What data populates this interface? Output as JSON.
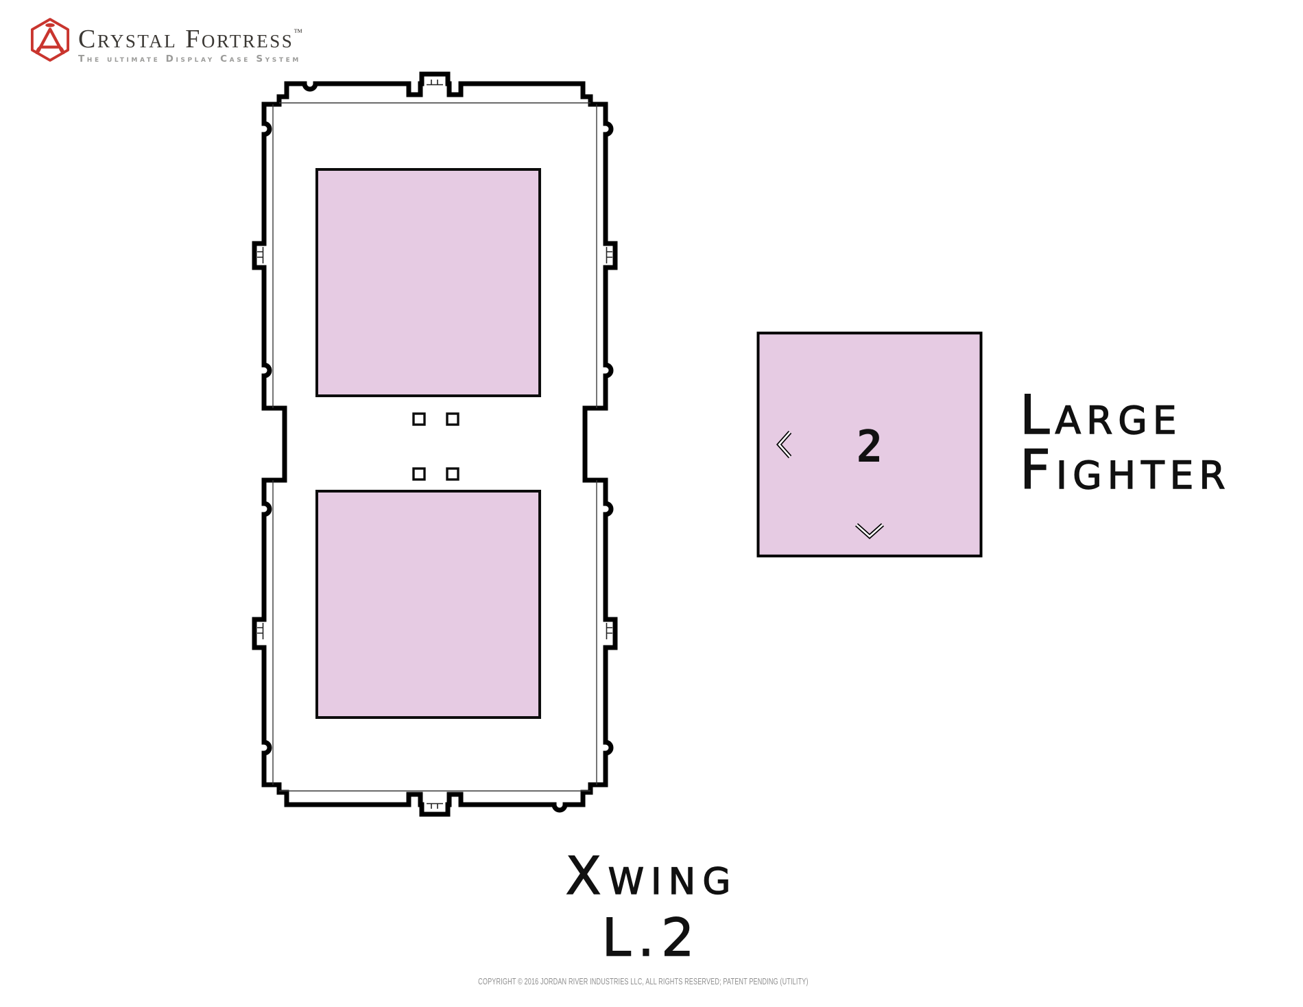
{
  "colors": {
    "background": "#ffffff",
    "accent_red": "#c9352e",
    "slot_pink": "#e6cbe3",
    "outline_black": "#000000",
    "brand_text": "#3b3834",
    "tagline_gray": "#9b9b99",
    "copyright_gray": "#8f8f8f"
  },
  "logo": {
    "icon": "crystal-fortress-hexagon-icon",
    "brand": "Crystal Fortress",
    "trademark": "™",
    "tagline": "The ultimate Display Case System"
  },
  "selector": {
    "value": "2",
    "prev_icon": "chevron-left-icon",
    "next_icon": "chevron-down-icon",
    "label_line1": "Large",
    "label_line2": "Fighter"
  },
  "title": {
    "line1": "Xwing",
    "line2": "L.2"
  },
  "footer": {
    "copyright": "COPYRIGHT © 2016 JORDAN RIVER INDUSTRIES LLC, ALL RIGHTS RESERVED; PATENT PENDING (UTILITY)"
  }
}
